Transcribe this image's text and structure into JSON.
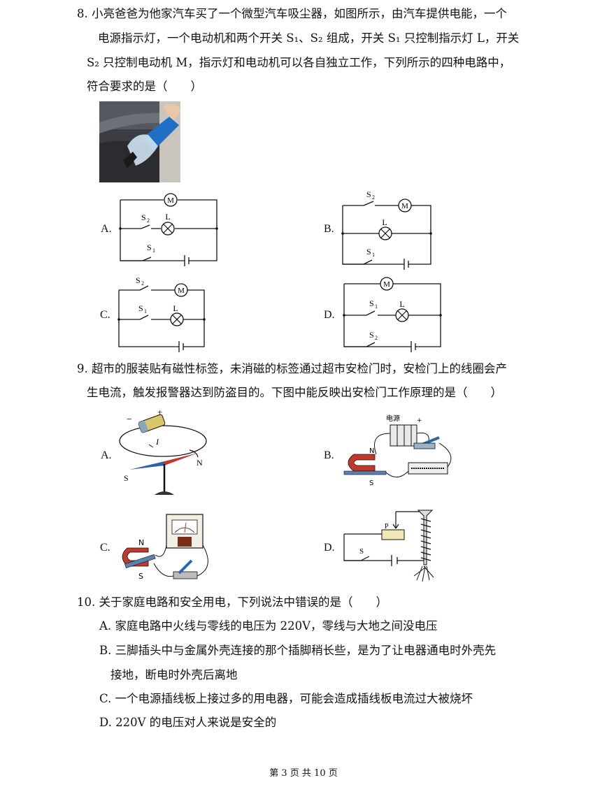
{
  "q8": {
    "lines": [
      "8. 小亮爸爸为他家汽车买了一个微型汽车吸尘器，如图所示，由汽车提供电能，一个",
      "电源指示灯，一个电动机和两个开关 S₁、S₂ 组成，开关 S₁ 只控制指示灯 L，开关",
      "S₂ 只控制电动机 M，指示灯和电动机可以各自独立工作，下列所示的四种电路中，",
      "符合要求的是（　　）"
    ],
    "options": [
      "A.",
      "B.",
      "C.",
      "D."
    ]
  },
  "q9": {
    "lines": [
      "9. 超市的服装贴有磁性标签，未消磁的标签通过超市安检门时，安检门上的线圈会产",
      "生电流，触发报警器达到防盗目的。下图中能反映出安检门工作原理的是（　　）"
    ],
    "options": [
      "A.",
      "B.",
      "C.",
      "D."
    ]
  },
  "q10": {
    "stem": "10. 关于家庭电路和安全用电，下列说法中错误的是（　　）",
    "choices": [
      "A. 家庭电路中火线与零线的电压为 220V，零线与大地之间没电压",
      "B. 三脚插头中与金属外壳连接的那个插脚稍长些，是为了让电器通电时外壳先",
      "接地，断电时外壳后离地",
      "C. 一个电源插线板上接过多的用电器，可能会造成插线板电流过大被烧坏",
      "D. 220V 的电压对人来说是安全的"
    ]
  },
  "labels": {
    "motor": "M",
    "lamp": "L",
    "s1": "S",
    "s2": "S",
    "sub1": "1",
    "sub2": "2",
    "north": "N",
    "south": "S",
    "current": "I",
    "plus": "+",
    "minus": "−",
    "battery": "电源",
    "pointer": "P"
  },
  "footer": "第 3 页 共 10 页"
}
